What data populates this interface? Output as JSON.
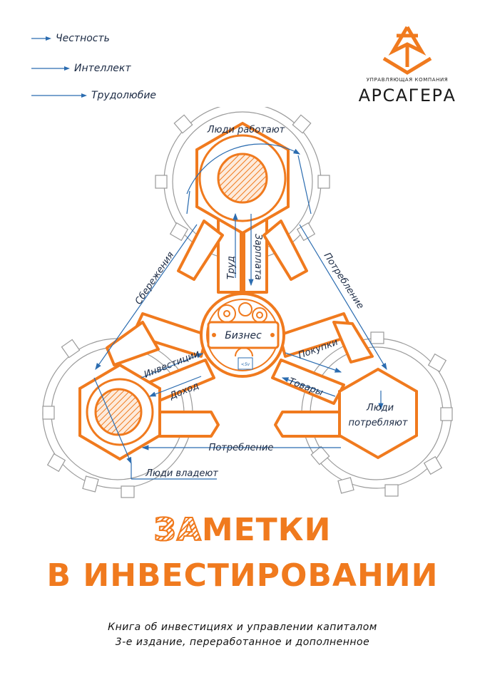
{
  "legend": {
    "items": [
      {
        "label": "Честность"
      },
      {
        "label": "Интеллект"
      },
      {
        "label": "Трудолюбие"
      }
    ]
  },
  "logo": {
    "caption": "УПРАВЛЯЮЩАЯ КОМПАНИЯ",
    "name": "АРСАГЕРА"
  },
  "diagram": {
    "people_work": "Люди работают",
    "people_own": "Люди владеют",
    "people_consume_1": "Люди",
    "people_consume_2": "потребляют",
    "business": "Бизнес",
    "labor": "Труд",
    "salary": "Зарплата",
    "savings": "Сбережения",
    "consumption_right": "Потребление",
    "consumption_bottom": "Потребление",
    "investments": "Инвестиции",
    "income": "Доход",
    "purchases": "Покупки",
    "goods": "Товары",
    "gauge": "<5v"
  },
  "title": {
    "line1_hatched": "ЗА",
    "line1_rest": "МЕТКИ",
    "line2": "В ИНВЕСТИРОВАНИИ"
  },
  "subtitle": {
    "line1": "Книга об инвестициях и управлении капиталом",
    "line2": "3-е издание, переработанное и дополненное"
  },
  "colors": {
    "orange": "#f07a1e",
    "blue": "#2b6cb0",
    "gray": "#9a9a9a",
    "text": "#1b2a44"
  }
}
